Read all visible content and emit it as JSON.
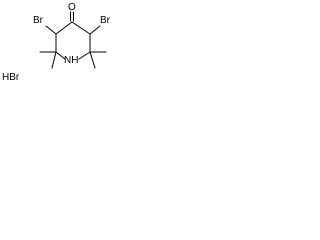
{
  "molecule": {
    "bromine_left": "Br",
    "bromine_right": "Br",
    "ketone_oxygen": "O",
    "ring_nitrogen": "NH",
    "salt": "HBr"
  },
  "colors": {
    "background": "#ffffff",
    "ink": "#000000"
  }
}
